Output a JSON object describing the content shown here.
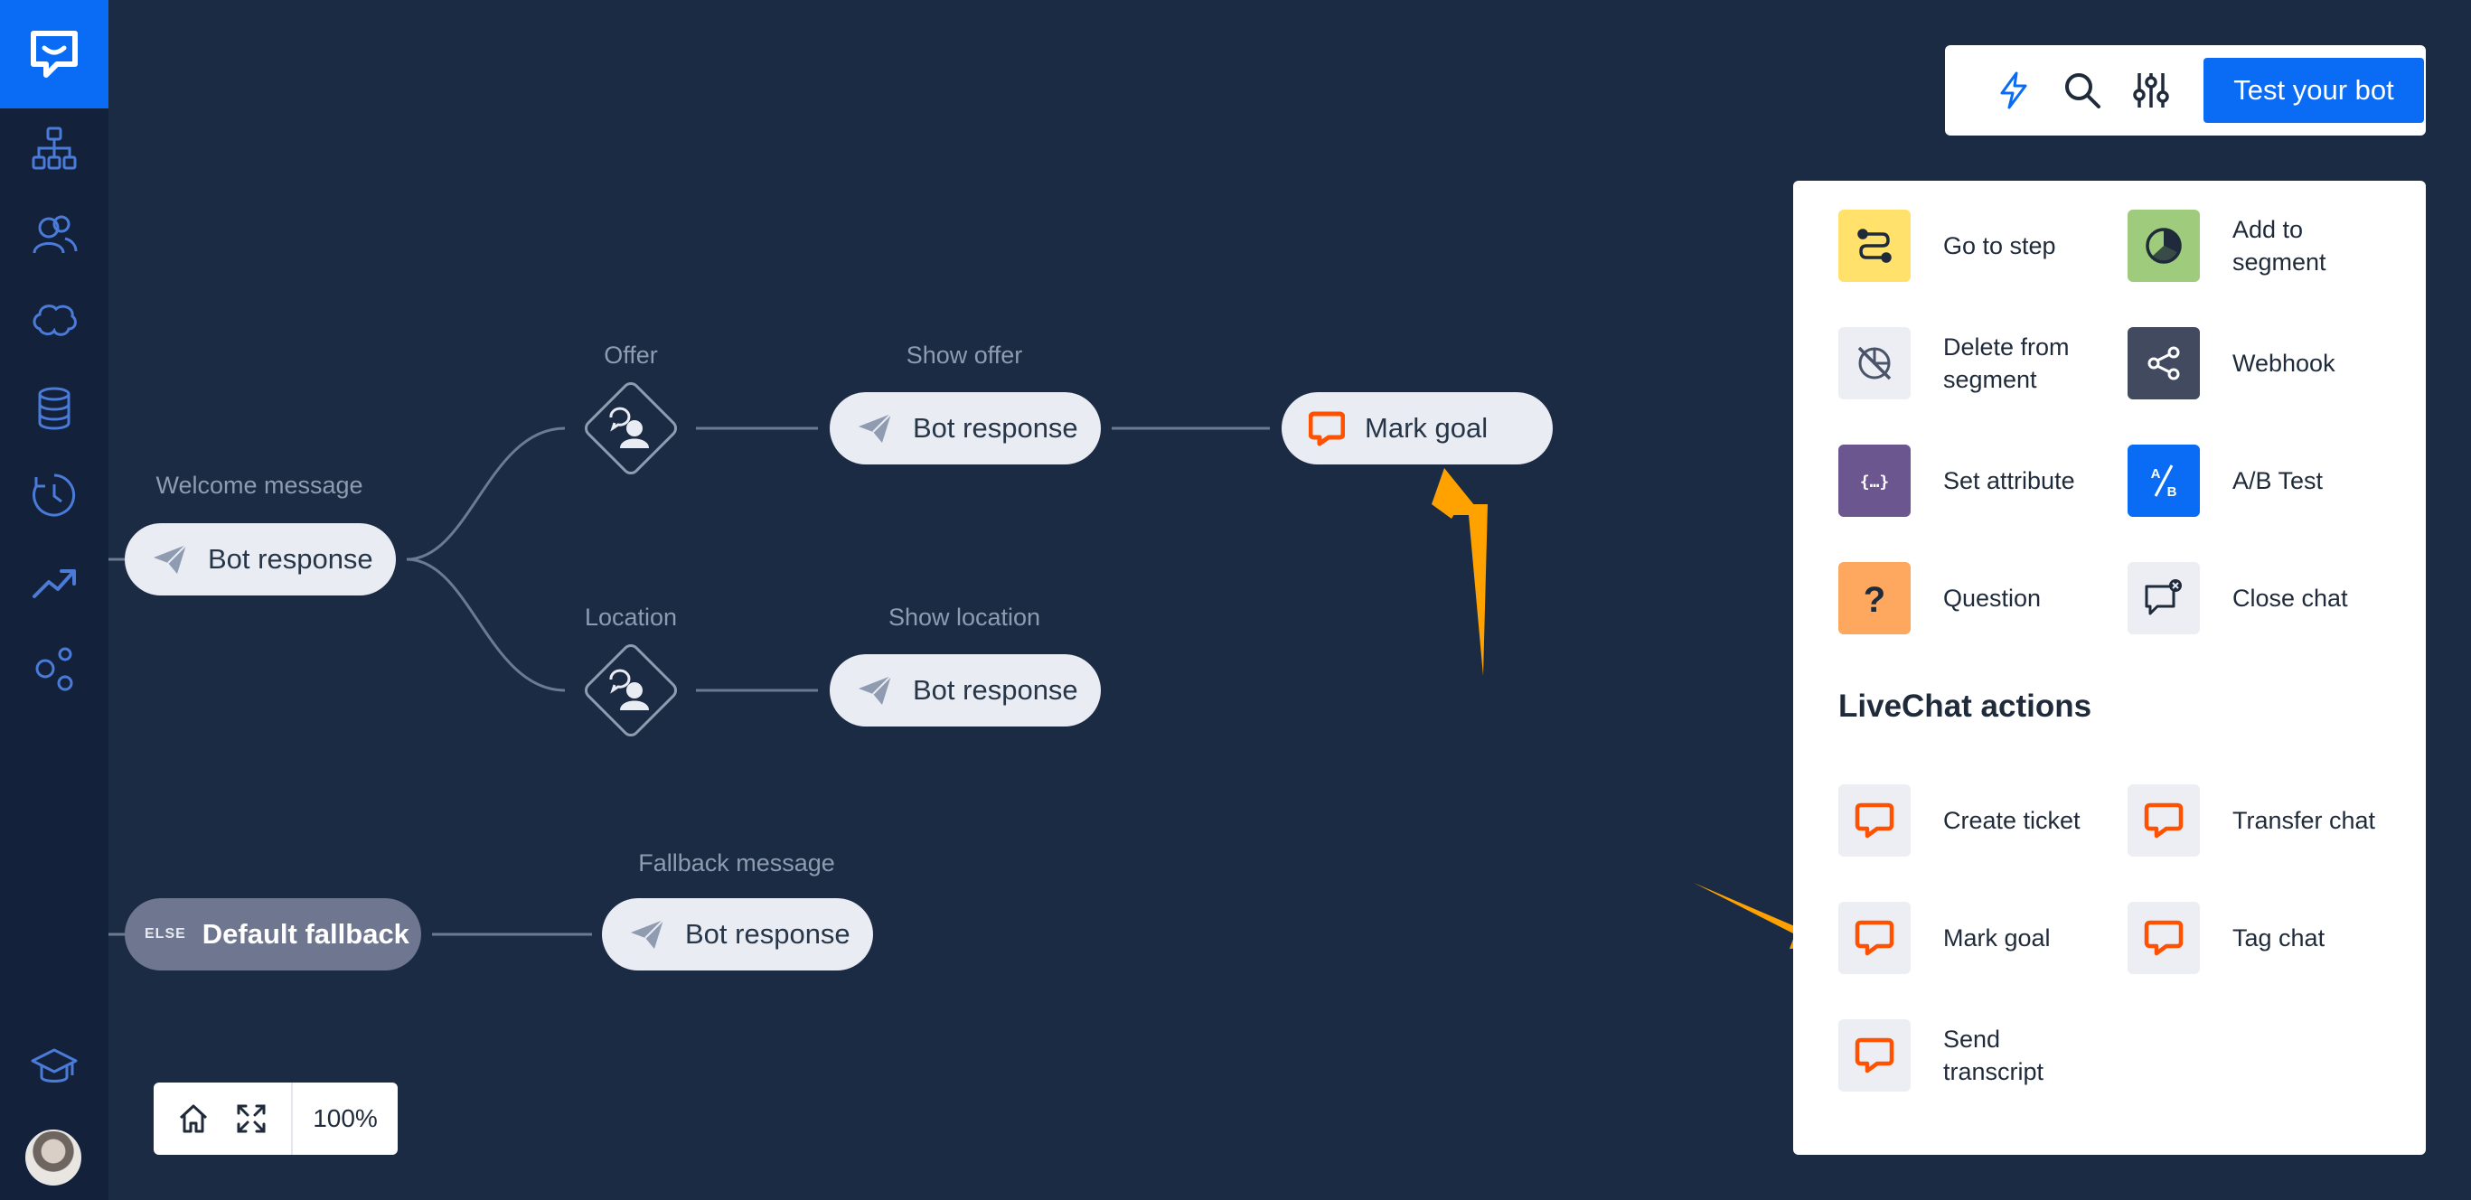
{
  "toolbar": {
    "test_button": "Test your bot",
    "icons": [
      "lightning-icon",
      "search-icon",
      "sliders-icon"
    ]
  },
  "flow": {
    "welcome_label": "Welcome message",
    "welcome_node": "Bot response",
    "offer_label": "Offer",
    "location_label": "Location",
    "show_offer_label": "Show offer",
    "show_offer_node": "Bot response",
    "show_location_label": "Show location",
    "show_location_node": "Bot response",
    "mark_goal_node": "Mark goal",
    "fallback_tag": "ELSE",
    "fallback_node": "Default fallback",
    "fallback_label": "Fallback message",
    "fallback_response_node": "Bot response"
  },
  "panel": {
    "actions": [
      {
        "label": "Go to step",
        "icon": "route-icon",
        "color": "#ffe16b"
      },
      {
        "label": "Add to segment",
        "icon": "pie-chart-icon",
        "color": "#9fcc7c"
      },
      {
        "label": "Delete from segment",
        "icon": "segment-off-icon",
        "color": "#eceef4"
      },
      {
        "label": "Webhook",
        "icon": "share-icon",
        "color": "#424a5f"
      },
      {
        "label": "Set attribute",
        "icon": "braces-icon",
        "color": "#6c5690"
      },
      {
        "label": "A/B Test",
        "icon": "ab-test-icon",
        "color": "#0a6cf5"
      },
      {
        "label": "Question",
        "icon": "question-icon",
        "color": "#fda75f"
      },
      {
        "label": "Close chat",
        "icon": "close-chat-icon",
        "color": "#eceef4"
      }
    ],
    "livechat_title": "LiveChat actions",
    "livechat_actions": [
      {
        "label": "Create ticket",
        "icon": "livechat-icon"
      },
      {
        "label": "Transfer chat",
        "icon": "livechat-icon"
      },
      {
        "label": "Mark goal",
        "icon": "livechat-icon"
      },
      {
        "label": "Tag chat",
        "icon": "livechat-icon"
      },
      {
        "label": "Send transcript",
        "icon": "livechat-icon"
      }
    ]
  },
  "zoom": {
    "level": "100%"
  },
  "colors": {
    "background": "#1b2b44",
    "sidebar": "#13213a",
    "accent": "#0a6cf5",
    "livechat_orange": "#ff5100",
    "annotation_arrow": "#ffa200"
  }
}
